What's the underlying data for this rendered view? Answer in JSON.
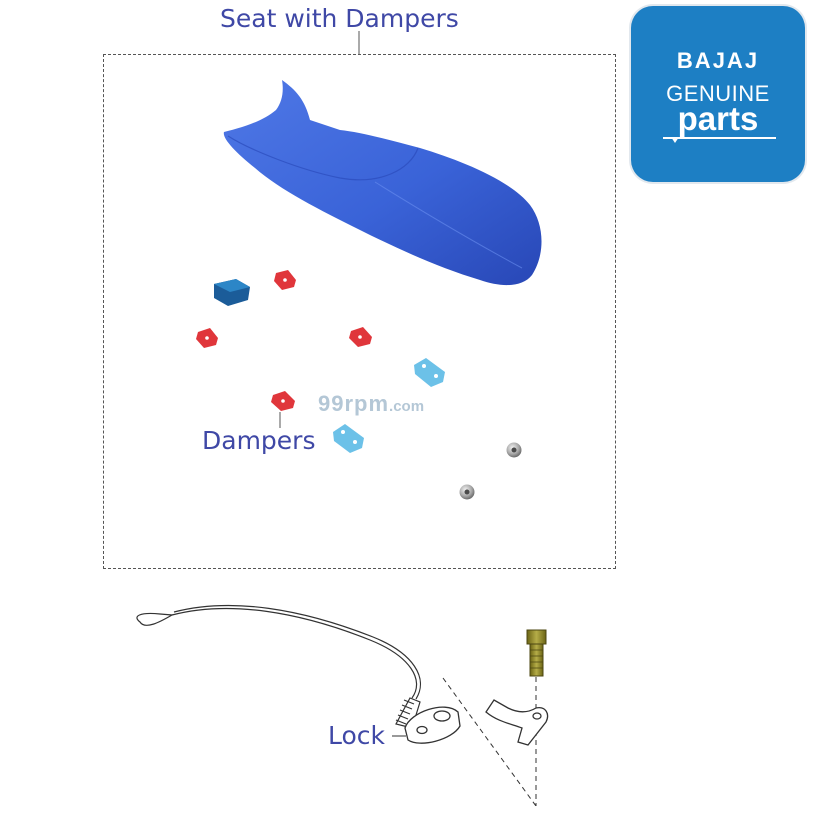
{
  "diagram": {
    "title": "Seat with Dampers",
    "callouts": {
      "dampers": "Dampers",
      "lock": "Lock"
    }
  },
  "logo": {
    "brand": "BAJAJ",
    "line1": "GENUINE",
    "line2": "parts",
    "bg_color": "#1d7fc4"
  },
  "watermark": {
    "main": "99rpm",
    "tld": ".com"
  },
  "colors": {
    "callout_text": "#3f48a6",
    "seat": "#3a63d8",
    "damper_red": "#e0363b",
    "damper_blue": "#6cc1e8"
  }
}
